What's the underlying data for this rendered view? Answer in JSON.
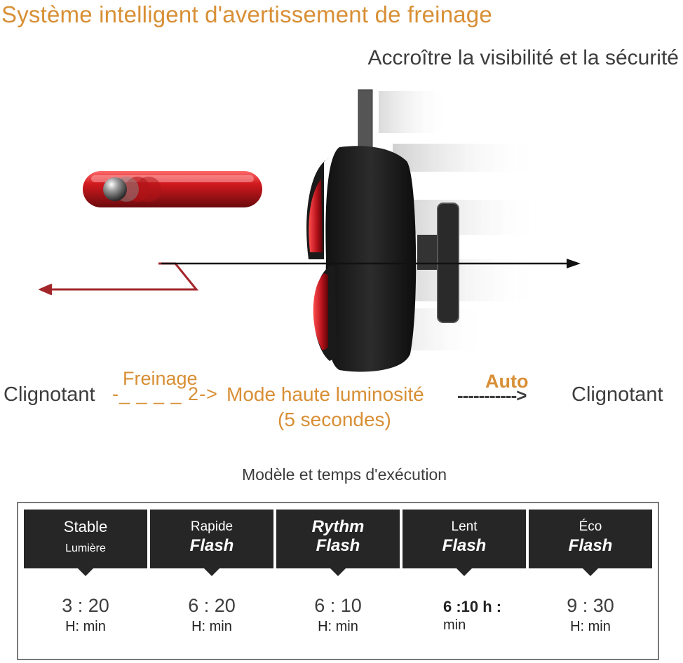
{
  "header": {
    "title": "Système intelligent d'avertissement de freinage",
    "subtitle": "Accroître la visibilité et la sécurité"
  },
  "flow": {
    "left": "Clignotant",
    "dash1": "-_ _ _ _ 2->",
    "freinage": "Freinage",
    "mode": "Mode haute luminosité",
    "secondes": "(5 secondes)",
    "auto": "Auto",
    "dash2": "----------->",
    "right": "Clignotant"
  },
  "table": {
    "title": "Modèle et temps d'exécution",
    "modes": [
      {
        "line1": "Stable",
        "line2": "Lumière",
        "time": "3 : 20",
        "unit": "H: min"
      },
      {
        "line1": "Rapide",
        "line2": "Flash",
        "time": "6 : 20",
        "unit": "H: min"
      },
      {
        "line1": "Rythm",
        "line2": "Flash",
        "time": "6 : 10",
        "unit": "H: min"
      },
      {
        "line1": "Lent",
        "line2": "Flash",
        "time": "6 :10 h :",
        "unit": "min"
      },
      {
        "line1": "Éco",
        "line2": "Flash",
        "time": "9 : 30",
        "unit": "H: min"
      }
    ]
  },
  "colors": {
    "accent": "#d88f35",
    "red": "#c0151c",
    "dark": "#262626"
  }
}
